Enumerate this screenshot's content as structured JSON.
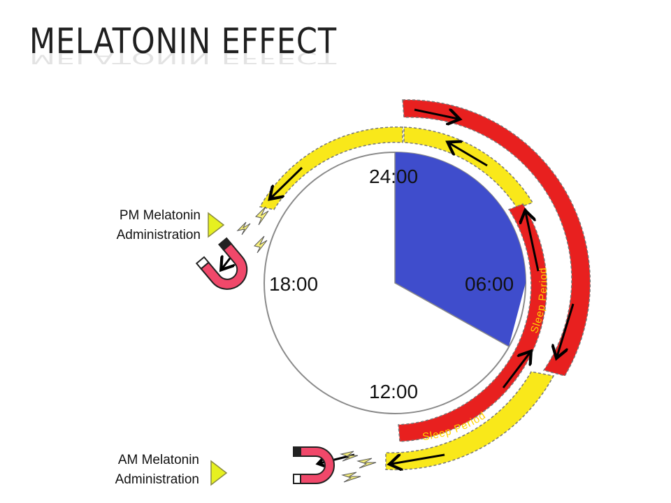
{
  "title": "MELATONIN EFFECT",
  "labels": {
    "pm_line1": "PM Melatonin",
    "pm_line2": "Administration",
    "am_line1": "AM Melatonin",
    "am_line2": "Administration"
  },
  "clock": {
    "top": "24:00",
    "right": "06:00",
    "bottom": "12:00",
    "left": "18:00"
  },
  "sleep_period_label": "Sleep Period",
  "colors": {
    "sleep_sector": "#3f4dcc",
    "red_band": "#e8201f",
    "yellow_band": "#f9e81a",
    "magnet": "#f0486a",
    "play_marker": "#e6f020"
  },
  "icons": [
    "magnet-icon",
    "lightning-bolt-icon",
    "play-triangle-icon"
  ]
}
